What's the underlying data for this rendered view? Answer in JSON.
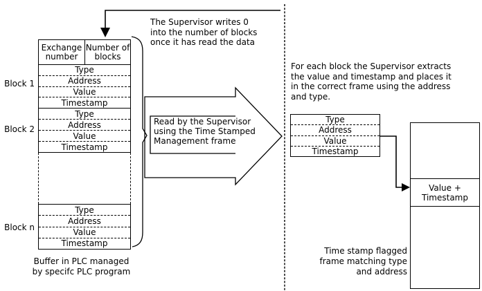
{
  "colors": {
    "ink": "#000000",
    "background": "#ffffff"
  },
  "top_annotation": {
    "lines": [
      "The Supervisor writes 0",
      "into the number of blocks",
      "once it has read the data"
    ]
  },
  "buffer_table": {
    "header": {
      "col1": "Exchange number",
      "col2": "Number of blocks"
    },
    "blocks": [
      {
        "label": "Block 1",
        "rows": [
          "Type",
          "Address",
          "Value",
          "Timestamp"
        ]
      },
      {
        "label": "Block 2",
        "rows": [
          "Type",
          "Address",
          "Value",
          "Timestamp"
        ]
      },
      {
        "label": "Block n",
        "rows": [
          "Type",
          "Address",
          "Value",
          "Timestamp"
        ]
      }
    ],
    "caption_lines": [
      "Buffer in PLC managed",
      "by specifc PLC program"
    ]
  },
  "big_arrow": {
    "lines": [
      "Read by the Supervisor",
      "using the Time Stamped",
      "Management frame"
    ]
  },
  "right_panel": {
    "description_lines": [
      "For each block the Supervisor extracts",
      "the value and timestamp and places it",
      "in the correct frame using the address",
      "and type."
    ],
    "extract_table_rows": [
      "Type",
      "Address",
      "Value",
      "Timestamp"
    ],
    "frame_box_middle_lines": [
      "Value +",
      "Timestamp"
    ],
    "caption_lines": [
      "Time stamp flagged",
      "frame matching type",
      "and address"
    ]
  }
}
